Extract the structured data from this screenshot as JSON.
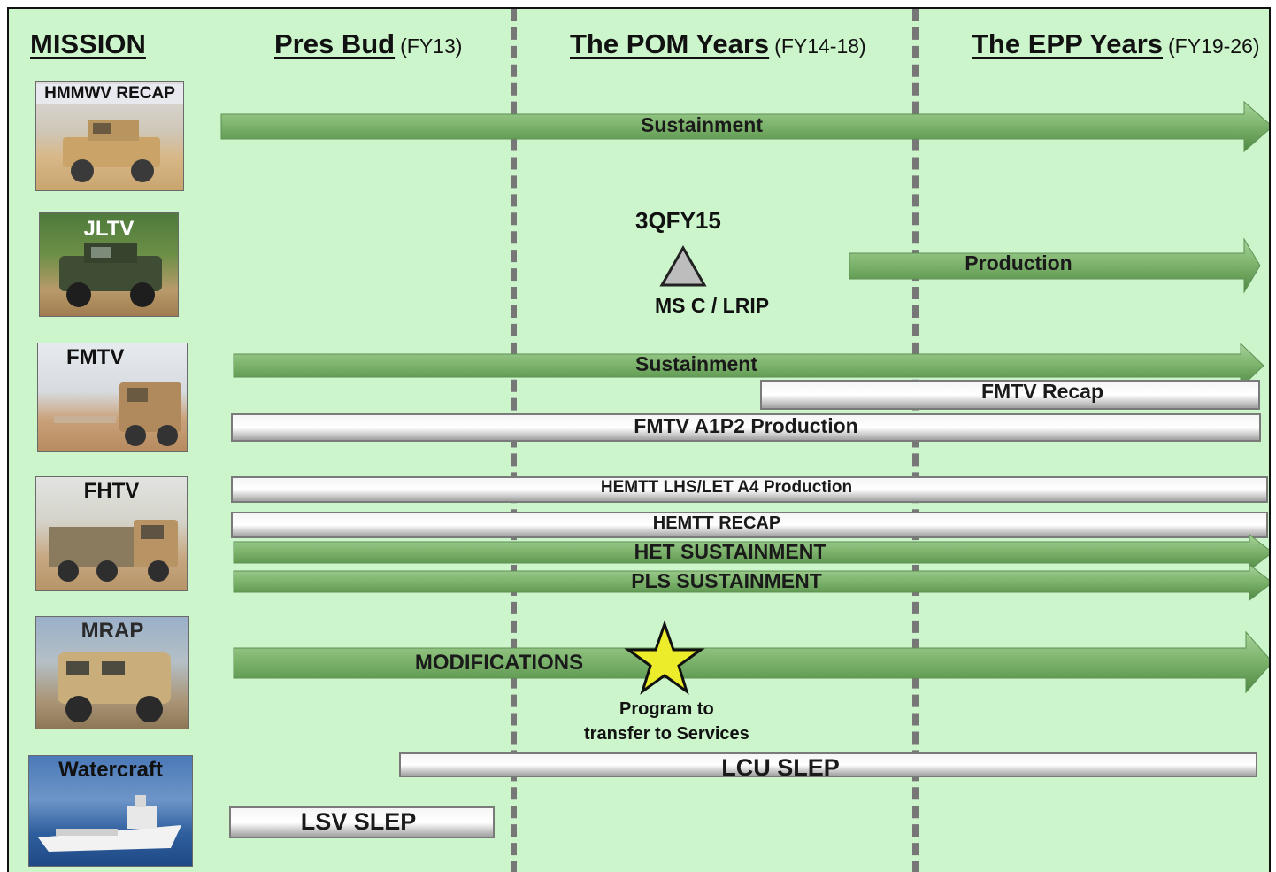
{
  "headers": {
    "mission": "MISSION",
    "pres_bud": {
      "title": "Pres Bud",
      "sub": "(FY13)"
    },
    "pom": {
      "title": "The POM Years",
      "sub": "(FY14-18)"
    },
    "epp": {
      "title": "The EPP Years",
      "sub": "(FY19-26)"
    }
  },
  "missions": {
    "hmmwv": "HMMWV RECAP",
    "jltv": "JLTV",
    "fmtv": "FMTV",
    "fhtv": "FHTV",
    "mrap": "MRAP",
    "watercraft": "Watercraft"
  },
  "bars": {
    "hmmwv_sustainment": "Sustainment",
    "jltv_production": "Production",
    "fmtv_sustainment": "Sustainment",
    "fmtv_recap": "FMTV Recap",
    "fmtv_a1p2": "FMTV A1P2 Production",
    "hemtt_lhs": "HEMTT LHS/LET A4 Production",
    "hemtt_recap": "HEMTT RECAP",
    "het_sustainment": "HET SUSTAINMENT",
    "pls_sustainment": "PLS SUSTAINMENT",
    "mrap_modifications": "MODIFICATIONS",
    "lcu_slep": "LCU SLEP",
    "lsv_slep": "LSV SLEP"
  },
  "milestones": {
    "jltv_date": "3QFY15",
    "jltv_label": "MS C / LRIP",
    "mrap_line1": "Program to",
    "mrap_line2": "transfer to Services"
  },
  "colors": {
    "background": "#ccf5cc",
    "green_arrow": "#7fb56e",
    "gray_bar": "#d8d8d8",
    "star": "#ecec2a"
  }
}
